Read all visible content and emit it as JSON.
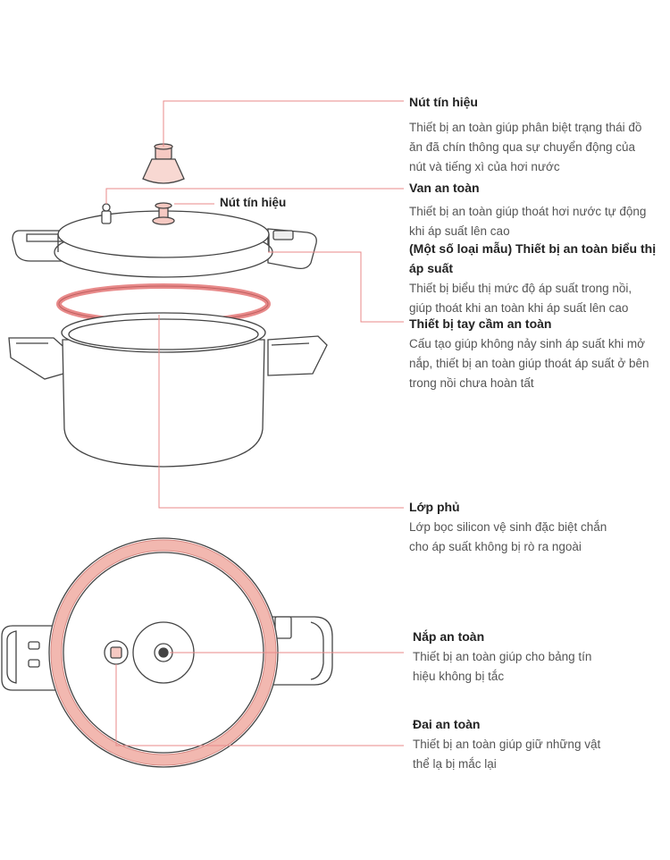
{
  "colors": {
    "accent": "#e88a8a",
    "line": "#444444",
    "seal": "#f2b8b0"
  },
  "inline_label": "Nút tín hiệu",
  "callouts": [
    {
      "title": "Nút tín hiệu",
      "lines": [
        "Thiết bị an toàn giúp phân biệt trạng thái đồ",
        "ăn đã chín thông qua sự chuyển động của",
        "nút và tiếng xì của hơi nước"
      ]
    },
    {
      "title": "Van an toàn",
      "lines": [
        "Thiết bị an toàn giúp thoát hơi nước tự động",
        "khi áp suất lên cao"
      ]
    },
    {
      "title_lines": [
        "(Một số loại mẫu) Thiết bị an toàn biểu thị",
        "áp suất"
      ],
      "lines": [
        "Thiết bị biểu thị mức độ áp suất trong nồi,",
        "giúp thoát khi an toàn khi áp suất lên cao"
      ]
    },
    {
      "title": "Thiết bị tay cầm an toàn",
      "lines": [
        "Cấu tạo giúp không nảy sinh áp suất khi mở",
        "nắp, thiết bị an toàn giúp thoát áp suất ở bên",
        "trong nồi chưa hoàn tất"
      ]
    },
    {
      "title": "Lớp phủ",
      "lines": [
        "Lớp bọc silicon vệ sinh đặc biệt chắn",
        "cho áp suất không bị rò ra ngoài"
      ]
    },
    {
      "title": "Nắp an toàn",
      "lines": [
        "Thiết bị an toàn giúp cho bảng tín",
        "hiệu không bị tắc"
      ]
    },
    {
      "title": "Đai an toàn",
      "lines": [
        "Thiết bị an toàn giúp giữ những vật",
        "thể lạ bị mắc lại"
      ]
    }
  ]
}
